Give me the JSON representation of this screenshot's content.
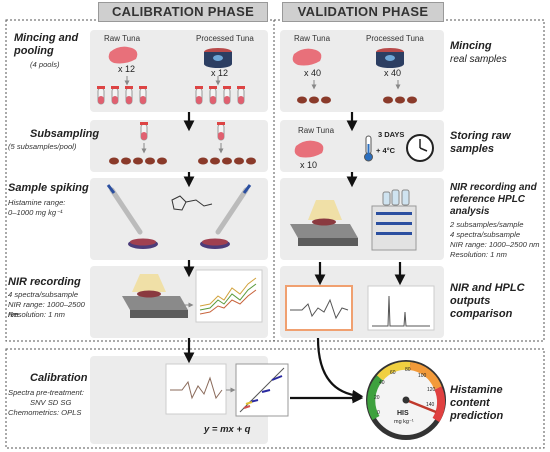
{
  "phases": {
    "calibration": "CALIBRATION PHASE",
    "validation": "VALIDATION PHASE"
  },
  "calibration": {
    "mincing_title": "Mincing and pooling",
    "mincing_sub": "(4 pools)",
    "raw_label": "Raw Tuna",
    "processed_label": "Processed Tuna",
    "raw_count": "x 12",
    "processed_count": "x 12",
    "subsampling_title": "Subsampling",
    "subsampling_sub": "(5 subsamples/pool)",
    "spiking_title": "Sample spiking",
    "spiking_detail_1": "Histamine range:",
    "spiking_detail_2": "0–1000 mg kg⁻¹",
    "nir_title": "NIR recording",
    "nir_detail_1": "4 spectra/subsample",
    "nir_detail_2": "NIR range: 1000–2500 nm",
    "nir_detail_3": "Resolution: 1 nm"
  },
  "validation": {
    "mincing_title": "Mincing",
    "mincing_sub": "real samples",
    "raw_label": "Raw Tuna",
    "processed_label": "Processed Tuna",
    "raw_count": "x 40",
    "processed_count": "x 40",
    "storing_title": "Storing raw samples",
    "store_raw_label": "Raw Tuna",
    "store_count": "x 10",
    "days_label": "3 DAYS",
    "temp_label": "+ 4°C",
    "nir_hplc_title": "NIR recording and reference HPLC analysis",
    "nir_hplc_detail_1": "2 subsamples/sample",
    "nir_hplc_detail_2": "4 spectra/subsample",
    "nir_hplc_detail_3": "NIR range: 1000–2500 nm",
    "nir_hplc_detail_4": "Resolution: 1 nm",
    "comparison_title": "NIR and HPLC outputs comparison"
  },
  "bottom": {
    "calibration_title": "Calibration",
    "calibration_detail_1": "Spectra pre-treatment:",
    "calibration_detail_2": "SNV SD SG",
    "calibration_detail_3": "Chemometrics: OPLS",
    "equation": "y = mx + q",
    "gauge_label": "HIS",
    "gauge_unit": "mg kg⁻¹",
    "gauge_ticks": [
      "0",
      "20",
      "40",
      "60",
      "80",
      "100",
      "120",
      "140"
    ],
    "prediction_title": "Histamine content prediction"
  },
  "colors": {
    "panel": "#ececec",
    "tuna": "#e8707a",
    "sample": "#8a3a2a",
    "arrow": "#111111"
  }
}
